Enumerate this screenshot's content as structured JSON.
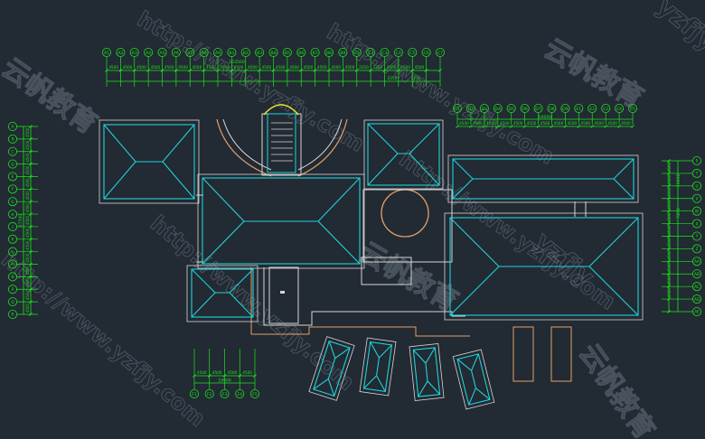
{
  "colors": {
    "background": "#222a33",
    "roof": "#1fd3d8",
    "dimension": "#1ee51e",
    "wall": "#d6d6d6",
    "terrace": "#e3a06a",
    "arc": "#e6e62c",
    "watermark": "#8a96a4"
  },
  "dims": {
    "top_row": {
      "labels": [
        "A1",
        "A2",
        "A3",
        "A4",
        "A5",
        "A6",
        "A7",
        "A8",
        "A9",
        "B1",
        "B2",
        "B3",
        "B4",
        "B5",
        "B6",
        "B7",
        "B8",
        "B9",
        "C1",
        "C2",
        "C3",
        "C4",
        "C5",
        "C6",
        "C7"
      ],
      "spacings": [
        "4500",
        "4500",
        "4500",
        "4500",
        "4500",
        "4500",
        "4500",
        "4500",
        "4500",
        "4500",
        "4500",
        "4500",
        "4500",
        "4500",
        "4500",
        "4500",
        "4500",
        "4500",
        "2250",
        "2250",
        "4500",
        "4500",
        "4500"
      ],
      "total": "103500",
      "sub_left": "2250",
      "sub_right": "2250"
    },
    "right_top_row": {
      "labels": [
        "D1",
        "D2",
        "D3",
        "D4",
        "D5",
        "D6",
        "D7",
        "D8",
        "D9",
        "E1",
        "E2",
        "E3",
        "E4",
        "E5"
      ],
      "spacings": [
        "4500",
        "4500",
        "4500",
        "4500",
        "4500",
        "4500",
        "4500",
        "4500",
        "4500",
        "4500",
        "4500",
        "4500",
        "4500"
      ],
      "total": "54000"
    },
    "left_column": {
      "labels": [
        "A",
        "B",
        "C",
        "D",
        "E",
        "F",
        "G",
        "H",
        "J",
        "K",
        "L",
        "M",
        "N",
        "P",
        "Q",
        "R"
      ],
      "spacings": [
        "4500",
        "4500",
        "4500",
        "4500",
        "4500",
        "4500",
        "4500",
        "4500",
        "4500",
        "4500",
        "4500",
        "4500",
        "4500",
        "4500",
        "4500"
      ],
      "total": "67500"
    },
    "right_column": {
      "labels": [
        "S",
        "T",
        "U",
        "V",
        "W",
        "X",
        "Y",
        "Z",
        "AA",
        "AB",
        "AC",
        "AD",
        "AE"
      ],
      "spacings": [
        "4500",
        "4500",
        "4500",
        "4500",
        "4500",
        "4500",
        "4500",
        "4500",
        "4500",
        "4500",
        "4500"
      ],
      "upper_total": "11950",
      "mid_total": "7250"
    },
    "bottom_row": {
      "labels": [
        "F1",
        "F2",
        "F3",
        "F4",
        "F5"
      ],
      "spacings": [
        "4500",
        "4500",
        "4500",
        "4500"
      ],
      "total": "18000"
    }
  },
  "watermarks": {
    "url_text": "http://www.yzfjy.com",
    "brand_text": "云帆教育",
    "latin_text": "yzfjy"
  }
}
